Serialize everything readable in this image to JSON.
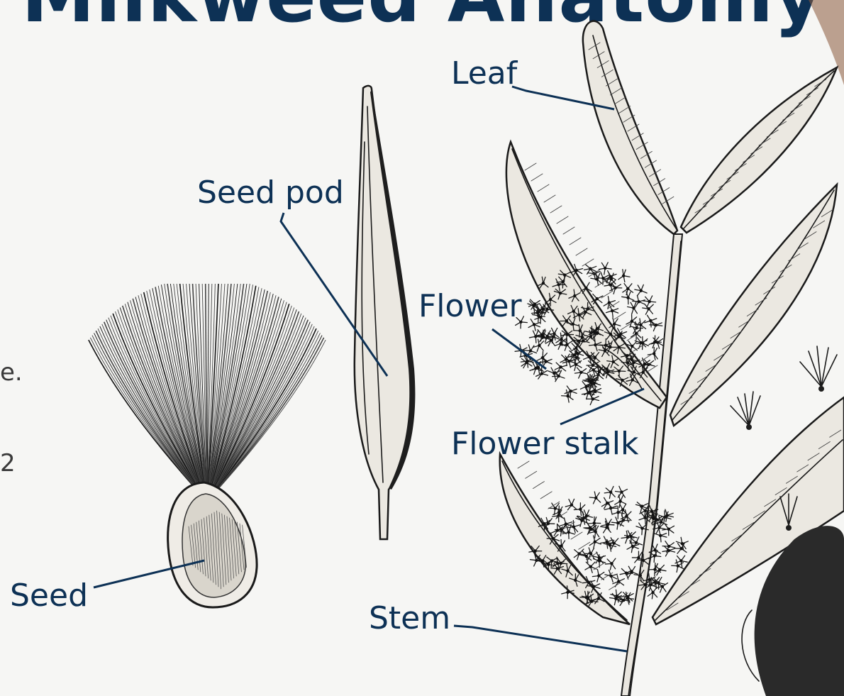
{
  "page": {
    "title": "Milkweed Anatomy",
    "accent_color": "#0d3155"
  },
  "labels": {
    "leaf": "Leaf",
    "seed_pod": "Seed pod",
    "flower": "Flower",
    "flower_stalk": "Flower stalk",
    "seed": "Seed",
    "stem": "Stem"
  },
  "cropped_text": {
    "fragment_1": "e.",
    "fragment_2": "2"
  }
}
